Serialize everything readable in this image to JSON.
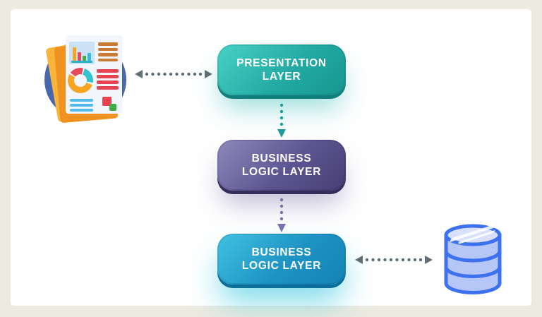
{
  "page": {
    "background_color": "#eceae1",
    "panel_color": "#ffffff"
  },
  "diagram": {
    "nodes": [
      {
        "id": "presentation-layer",
        "label_line1": "PRESENTATION",
        "label_line2": "LAYER",
        "color_top": "#49d2c6",
        "color_bottom": "#17968f",
        "rim_color": "#0f7f7b",
        "text_color": "#ffffff"
      },
      {
        "id": "business-logic-layer",
        "label_line1": "BUSINESS",
        "label_line2": "LOGIC LAYER",
        "color_top": "#8d8abc",
        "color_bottom": "#463e73",
        "rim_color": "#352e5a",
        "text_color": "#ffffff"
      },
      {
        "id": "business-logic-layer-2",
        "label_line1": "BUSINESS",
        "label_line2": "LOGIC LAYER",
        "color_top": "#42c2e2",
        "color_bottom": "#1484b4",
        "rim_color": "#0c6f99",
        "text_color": "#ffffff"
      }
    ],
    "arrows": [
      {
        "name": "report-to-presentation",
        "style": "dotted-double-headed",
        "orientation": "horizontal",
        "color": "#5e6f78"
      },
      {
        "name": "presentation-to-business",
        "style": "dotted-down",
        "orientation": "vertical",
        "color": "#1a9d9a"
      },
      {
        "name": "business-to-business-2",
        "style": "dotted-down",
        "orientation": "vertical",
        "color": "#7672ac"
      },
      {
        "name": "business-2-to-database",
        "style": "dotted-double-headed",
        "orientation": "horizontal",
        "color": "#5e6f78"
      }
    ],
    "icons": {
      "report": {
        "name": "report-document-icon",
        "circle_color": "#4a67ad",
        "paper_colors": [
          "#f9b53b",
          "#ef9220"
        ],
        "chart_colors": [
          "#f6a623",
          "#e8485a",
          "#3fae49",
          "#39b9d8",
          "#33c3cf",
          "#4fb9e8",
          "#c97a33",
          "#e84350"
        ]
      },
      "database": {
        "name": "database-icon",
        "fill_color": "#b5c6f7",
        "top_color": "#d9e0fb",
        "stroke_color": "#3e71ee"
      }
    }
  }
}
